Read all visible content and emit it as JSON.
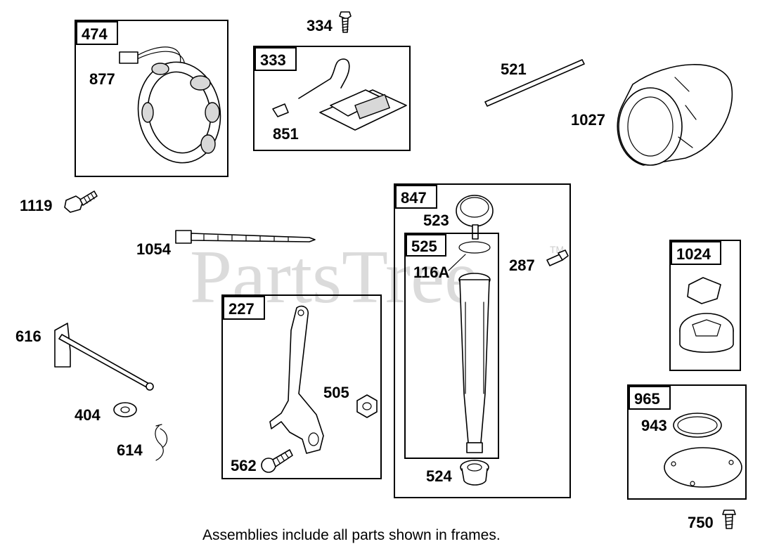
{
  "watermark": {
    "text": "PartsTree",
    "trademark": "TM"
  },
  "caption": "Assemblies include all parts shown in frames.",
  "frames": {
    "f474": "474",
    "f333": "333",
    "f847": "847",
    "f525": "525",
    "f227": "227",
    "f1024": "1024",
    "f965": "965"
  },
  "parts": {
    "p334": "334",
    "p877": "877",
    "p851": "851",
    "p521": "521",
    "p1027": "1027",
    "p1119": "1119",
    "p523": "523",
    "p1054": "1054",
    "p116A": "116A",
    "p287": "287",
    "p616": "616",
    "p505": "505",
    "p404": "404",
    "p614": "614",
    "p562": "562",
    "p524": "524",
    "p943": "943",
    "p750": "750"
  }
}
